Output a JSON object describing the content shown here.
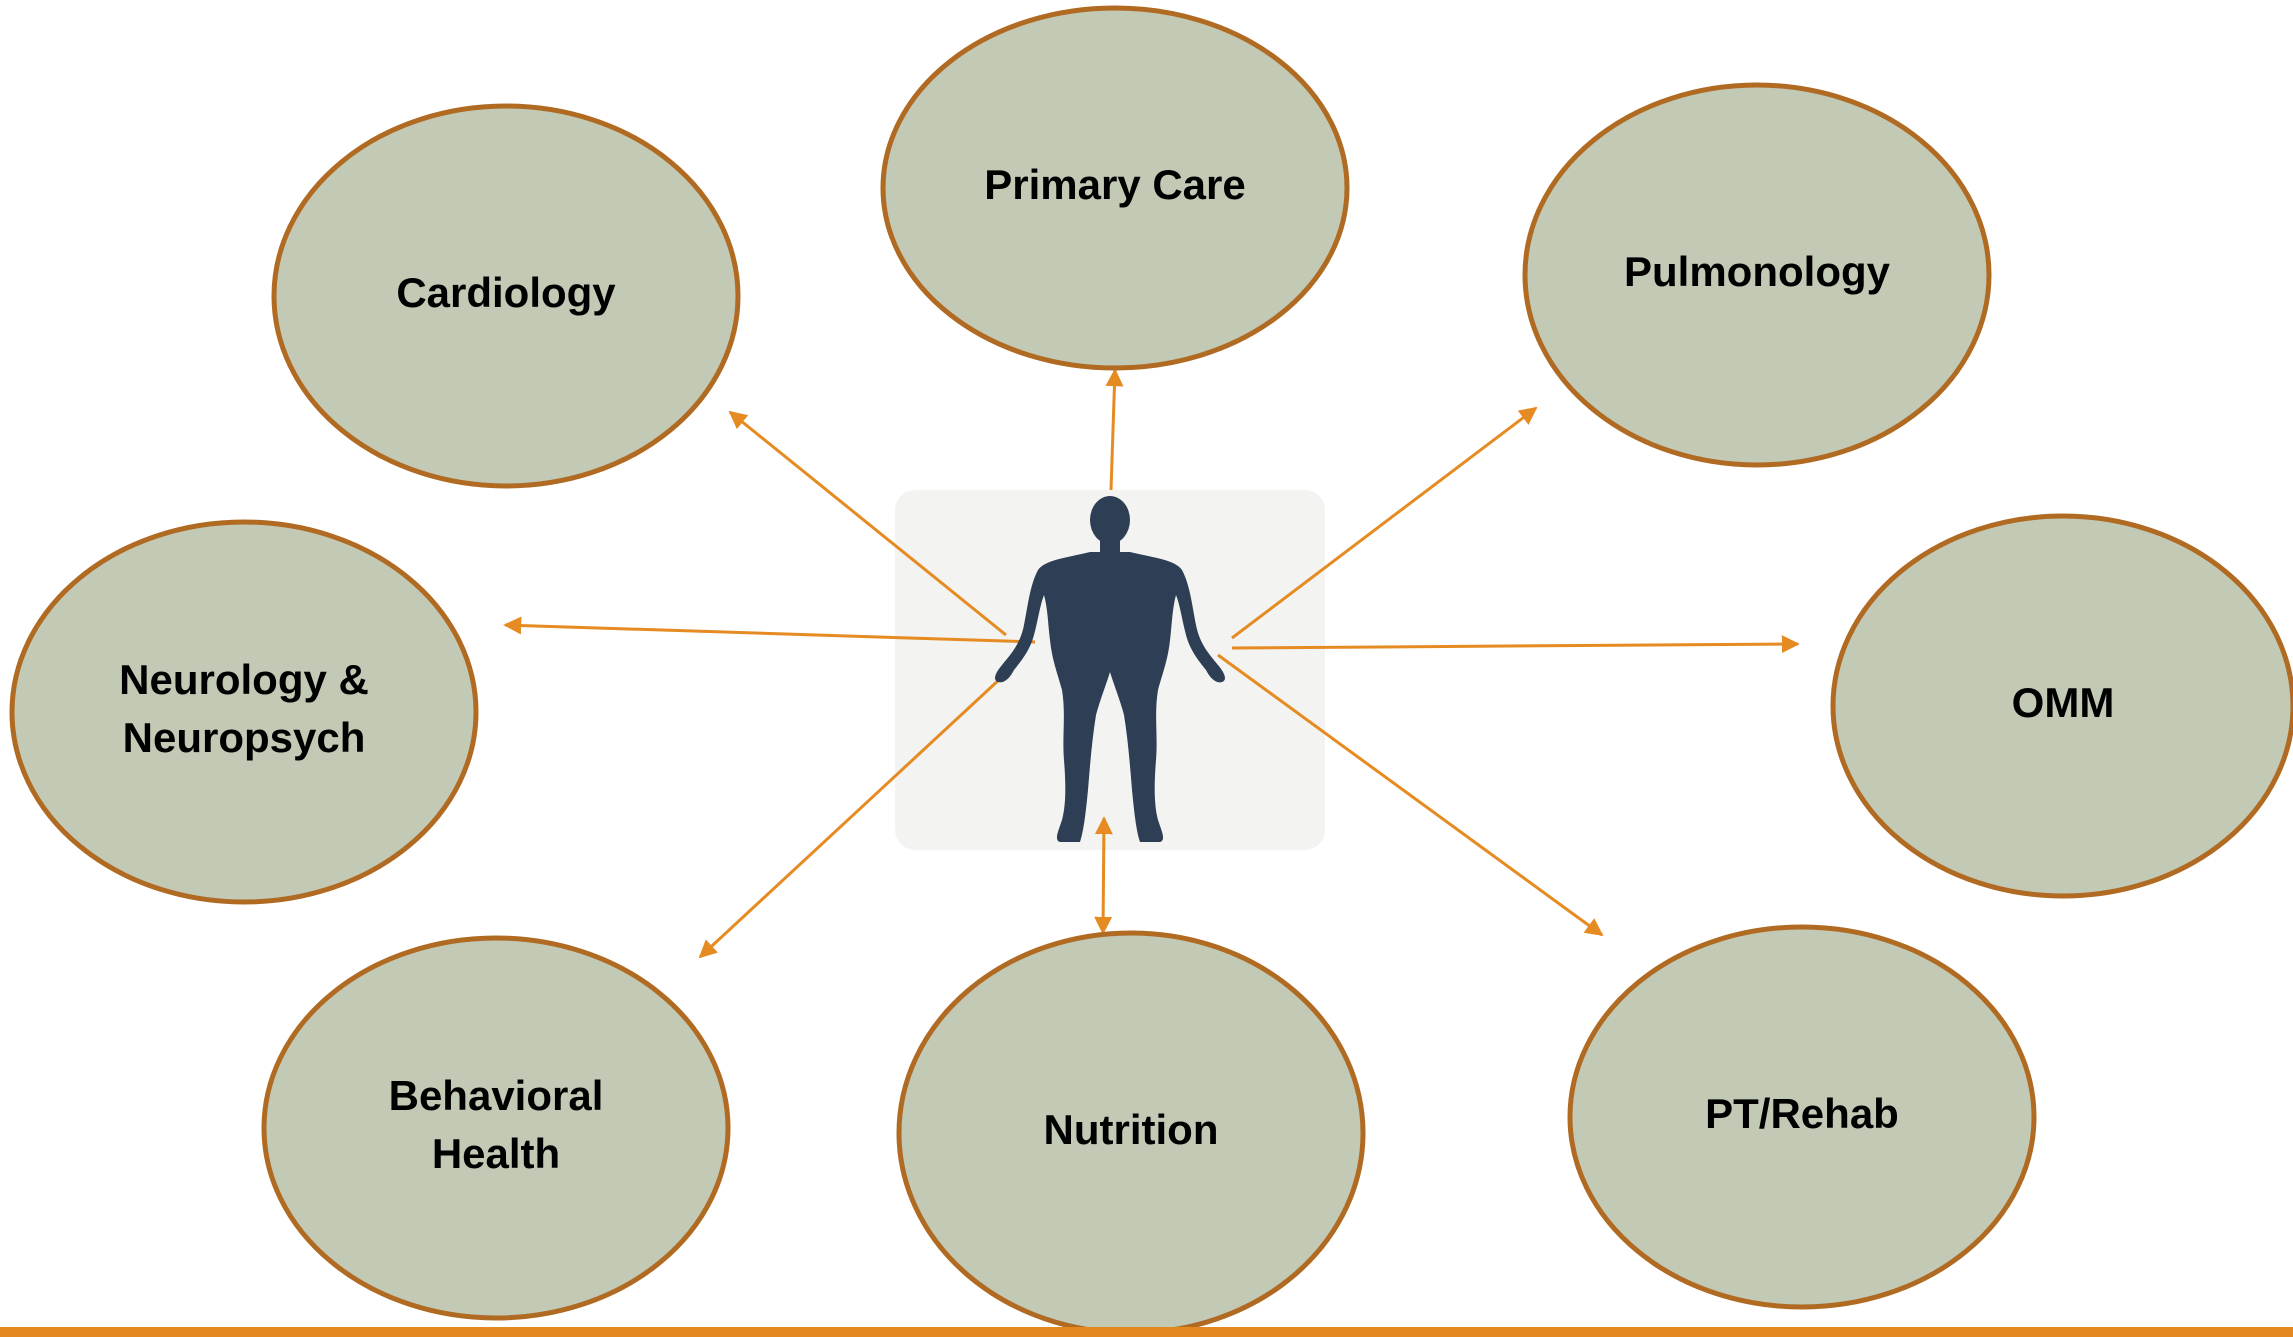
{
  "center": {
    "icon": "person-icon"
  },
  "nodes": [
    {
      "id": "primary-care",
      "lines": [
        "Primary Care"
      ]
    },
    {
      "id": "cardiology",
      "lines": [
        "Cardiology"
      ]
    },
    {
      "id": "pulmonology",
      "lines": [
        "Pulmonology"
      ]
    },
    {
      "id": "neurology",
      "lines": [
        "Neurology &",
        "Neuropsych"
      ]
    },
    {
      "id": "omm",
      "lines": [
        "OMM"
      ]
    },
    {
      "id": "behavioral-health",
      "lines": [
        "Behavioral",
        "Health"
      ]
    },
    {
      "id": "nutrition",
      "lines": [
        "Nutrition"
      ]
    },
    {
      "id": "pt-rehab",
      "lines": [
        "PT/Rehab"
      ]
    }
  ],
  "colors": {
    "node_fill": "#c2cab6",
    "node_border": "#b06a22",
    "connector": "#e58b22",
    "figure": "#2e3e54",
    "bottom_rule": "#e2891f"
  }
}
